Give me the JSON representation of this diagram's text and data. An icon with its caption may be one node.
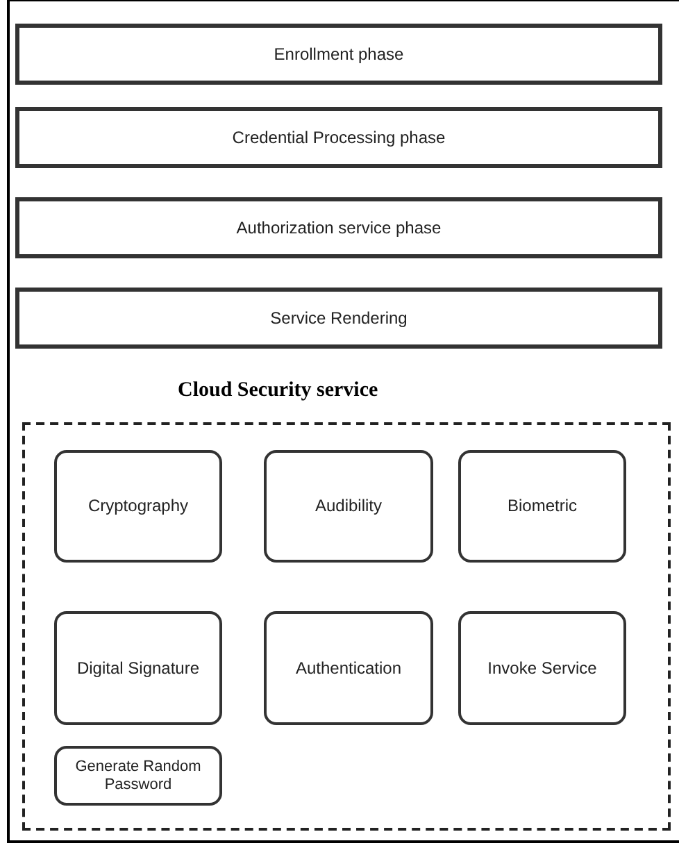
{
  "diagram": {
    "nodes": [
      {
        "text": [
          "Enrollment phase"
        ]
      },
      {
        "text": [
          "Credential Processing phase"
        ]
      },
      {
        "text": [
          "Authorization service phase"
        ]
      },
      {
        "text": [
          "Service Rendering"
        ]
      },
      {
        "text": [
          "Cloud Security service"
        ]
      },
      {
        "text": [
          "Cryptography"
        ],
        "in": 4
      },
      {
        "text": [
          "Audibility"
        ],
        "in": 4
      },
      {
        "text": [
          "Biometric"
        ],
        "in": 4
      },
      {
        "text": [
          "Digital Signature"
        ],
        "in": 4
      },
      {
        "text": [
          "Authentication"
        ],
        "in": 4
      },
      {
        "text": [
          "Invoke Service"
        ],
        "in": 4
      },
      {
        "text": [
          "Generate Random Password"
        ],
        "in": 4
      }
    ]
  }
}
